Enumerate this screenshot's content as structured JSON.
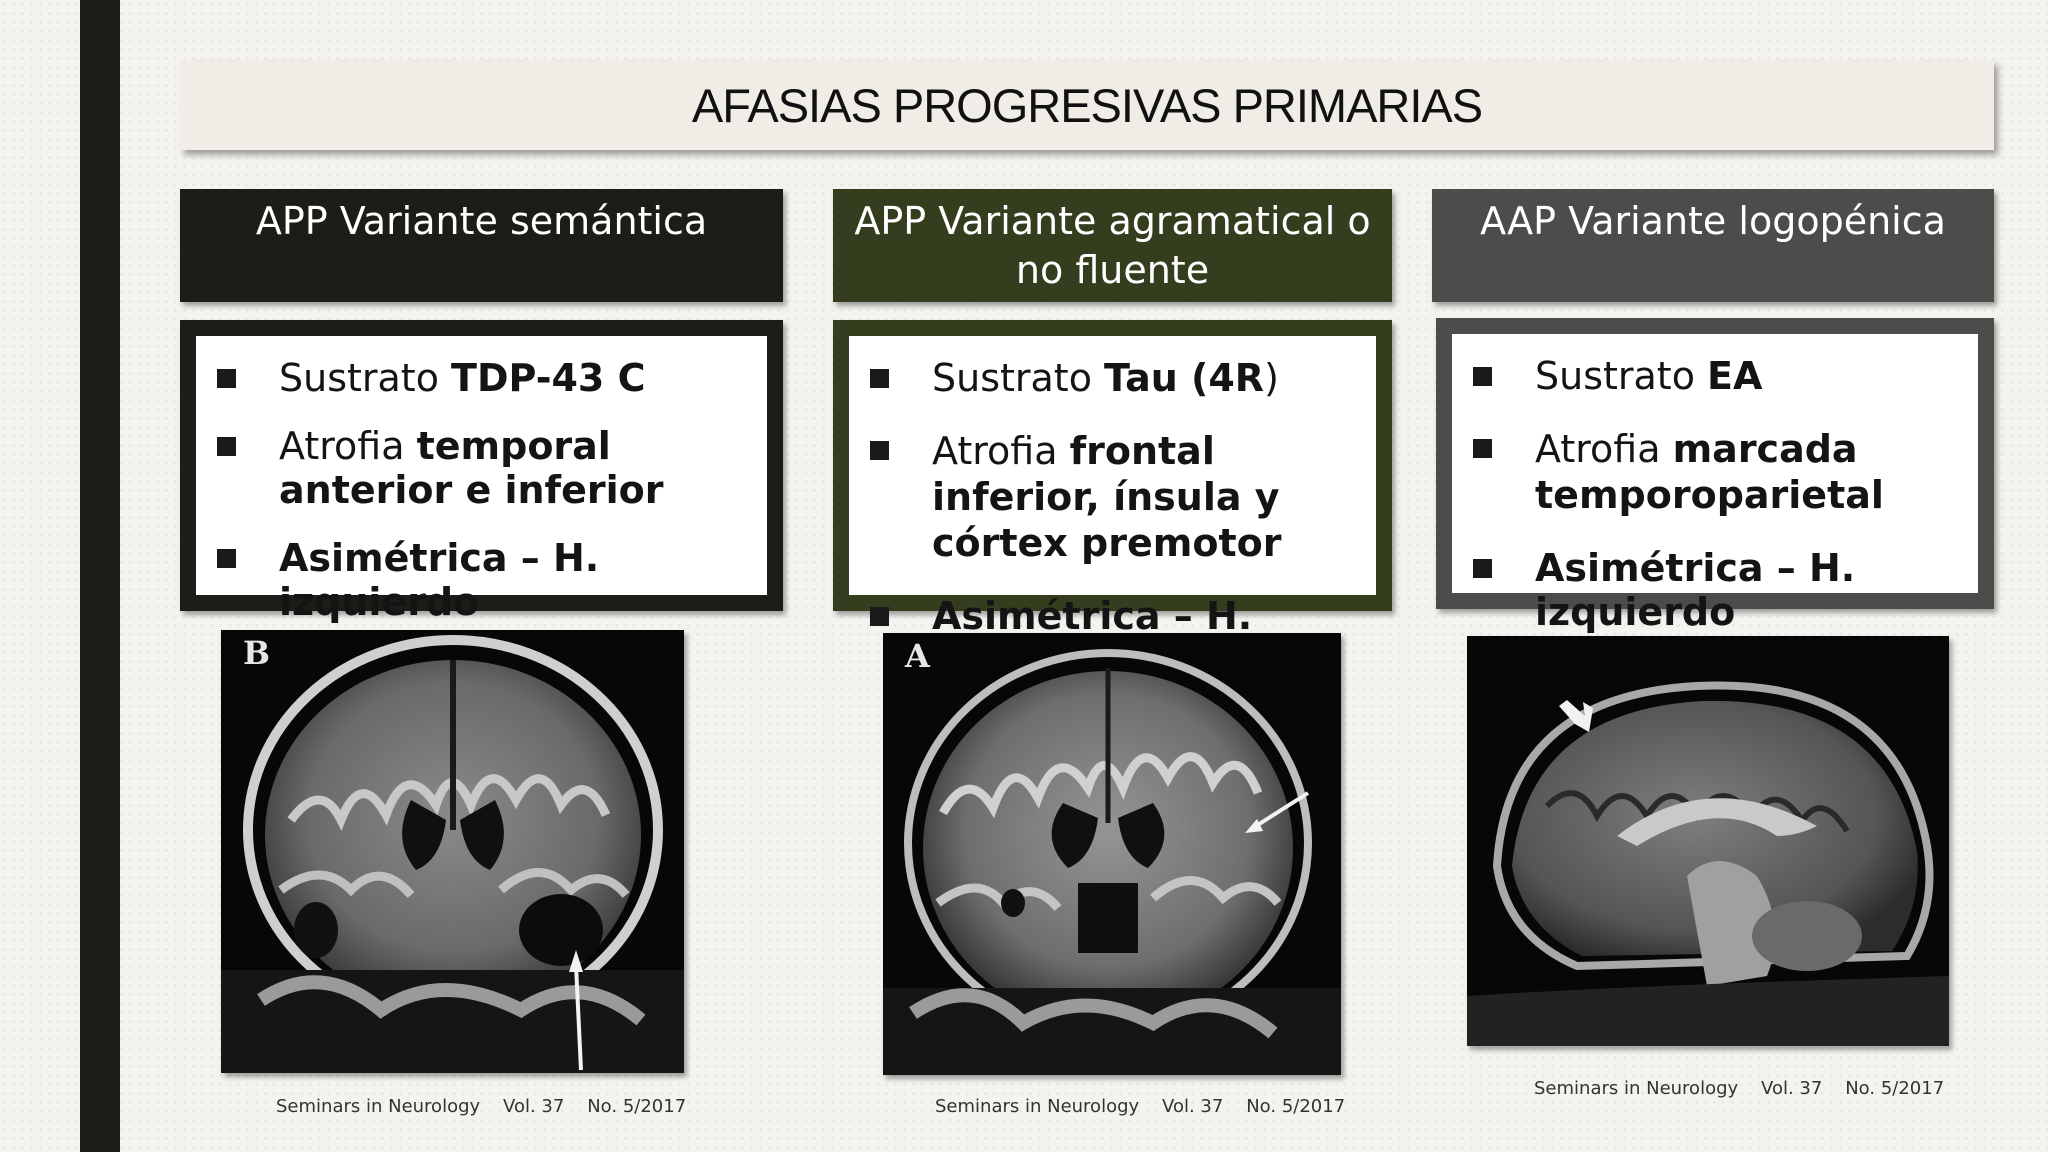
{
  "slide": {
    "title": "AFASIAS PROGRESIVAS PRIMARIAS",
    "colors": {
      "bar": "#1b1d16",
      "semantic": "#1c1d16",
      "agrammatic": "#353d1f",
      "logopenic": "#4c4c4a"
    }
  },
  "columns": [
    {
      "header": "APP Variante semántica",
      "bullets": [
        {
          "plain": "Sustrato ",
          "bold": "TDP-43 C",
          "tail": ""
        },
        {
          "plain": "Atrofia ",
          "bold": "temporal anterior e inferior",
          "tail": ""
        },
        {
          "plain": "",
          "bold": "Asimétrica – H. izquierdo",
          "tail": ""
        }
      ],
      "image_label": "B",
      "caption": "Seminars in Neurology    Vol. 37    No. 5/2017"
    },
    {
      "header": "APP Variante agramatical o no fluente",
      "bullets": [
        {
          "plain": "Sustrato ",
          "bold": "Tau (4R",
          "tail": ")"
        },
        {
          "plain": "Atrofia ",
          "bold": "frontal inferior, ínsula y córtex premotor",
          "tail": ""
        },
        {
          "plain": "",
          "bold": "Asimétrica – H. Izquierdo",
          "tail": ""
        }
      ],
      "image_label": "A",
      "caption": "Seminars in Neurology    Vol. 37    No. 5/2017"
    },
    {
      "header": "AAP Variante logopénica",
      "bullets": [
        {
          "plain": "Sustrato ",
          "bold": "EA",
          "tail": ""
        },
        {
          "plain": "Atrofia ",
          "bold": "marcada temporoparietal",
          "tail": ""
        },
        {
          "plain": "",
          "bold": "Asimétrica – H. izquierdo",
          "tail": ""
        }
      ],
      "image_label": "",
      "caption": "Seminars in Neurology    Vol. 37    No. 5/2017"
    }
  ]
}
